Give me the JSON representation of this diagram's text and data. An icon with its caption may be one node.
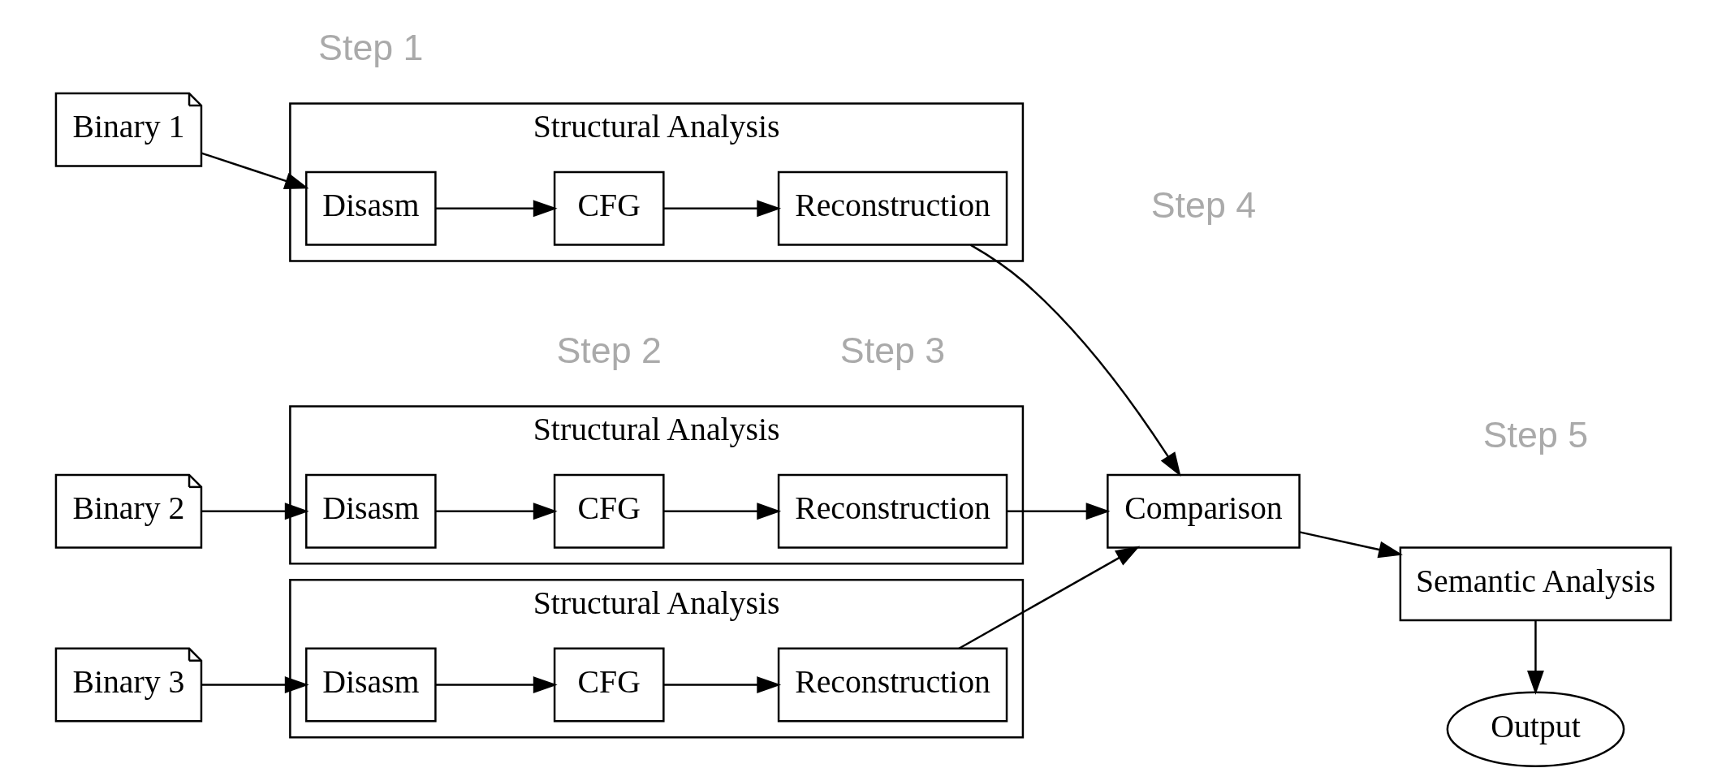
{
  "diagram": {
    "nodes": [
      {
        "text": [
          "Binary 1"
        ]
      },
      {
        "text": [
          "Structural Analysis"
        ]
      },
      {
        "text": [
          "Disasm"
        ],
        "in": 1
      },
      {
        "text": [
          "CFG"
        ],
        "in": 1
      },
      {
        "text": [
          "Reconstruction"
        ],
        "in": 1
      },
      {
        "text": [
          "Binary 2"
        ]
      },
      {
        "text": [
          "Structural Analysis"
        ]
      },
      {
        "text": [
          "Disasm"
        ],
        "in": 6
      },
      {
        "text": [
          "CFG"
        ],
        "in": 6
      },
      {
        "text": [
          "Reconstruction"
        ],
        "in": 6
      },
      {
        "text": [
          "Binary 3"
        ]
      },
      {
        "text": [
          "Structural Analysis"
        ]
      },
      {
        "text": [
          "Disasm"
        ],
        "in": 11
      },
      {
        "text": [
          "CFG"
        ],
        "in": 11
      },
      {
        "text": [
          "Reconstruction"
        ],
        "in": 11
      },
      {
        "text": [
          "Comparison"
        ]
      },
      {
        "text": [
          "Semantic Analysis"
        ]
      },
      {
        "text": [
          "Output"
        ]
      }
    ],
    "edges": [
      {
        "from": 0,
        "to": 2,
        "arrow": "to"
      },
      {
        "from": 2,
        "to": 3,
        "arrow": "to"
      },
      {
        "from": 3,
        "to": 4,
        "arrow": "to"
      },
      {
        "from": 5,
        "to": 7,
        "arrow": "to"
      },
      {
        "from": 7,
        "to": 8,
        "arrow": "to"
      },
      {
        "from": 8,
        "to": 9,
        "arrow": "to"
      },
      {
        "from": 10,
        "to": 12,
        "arrow": "to"
      },
      {
        "from": 12,
        "to": 13,
        "arrow": "to"
      },
      {
        "from": 13,
        "to": 14,
        "arrow": "to"
      },
      {
        "from": 4,
        "to": 15,
        "arrow": "to"
      },
      {
        "from": 9,
        "to": 15,
        "arrow": "to"
      },
      {
        "from": 14,
        "to": 15,
        "arrow": "to"
      },
      {
        "from": 15,
        "to": 16,
        "arrow": "to"
      },
      {
        "from": 16,
        "to": 17,
        "arrow": "to"
      }
    ],
    "labels": [
      "Step 1",
      "Step 2",
      "Step 3",
      "Step 4",
      "Step 5"
    ]
  }
}
